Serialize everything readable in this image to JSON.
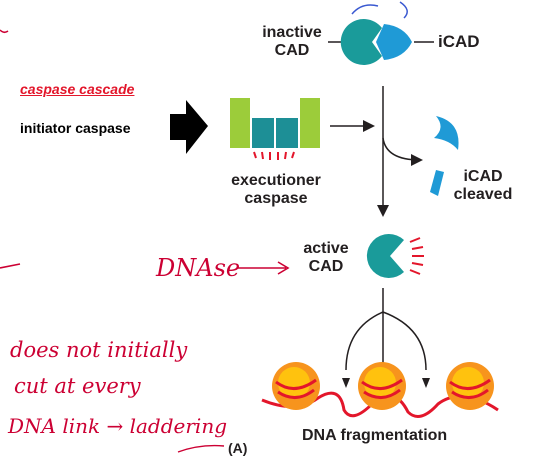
{
  "labels": {
    "inactive_cad_line1": "inactive",
    "inactive_cad_line2": "CAD",
    "icad": "iCAD",
    "caspase_cascade": "caspase cascade",
    "initiator_caspase": "initiator caspase",
    "executioner_line1": "executioner",
    "executioner_line2": "caspase",
    "icad_cleaved_line1": "iCAD",
    "icad_cleaved_line2": "cleaved",
    "active_cad_line1": "active",
    "active_cad_line2": "CAD",
    "dna_fragmentation": "DNA fragmentation",
    "panel": "(A)"
  },
  "annotations": {
    "dnase": "DNAse",
    "note_line1": "does not initially",
    "note_line2": "cut at every",
    "note_line3": "DNA link → laddering"
  },
  "colors": {
    "teal": "#1a9b9a",
    "cyan_blue": "#1f9ad6",
    "lime": "#9ccc3a",
    "teal_dark": "#1d8f96",
    "red": "#e3162b",
    "yellow": "#ffc20e",
    "orange": "#f7941d",
    "ink": "#231f20",
    "handwriting": "#cc0033"
  }
}
